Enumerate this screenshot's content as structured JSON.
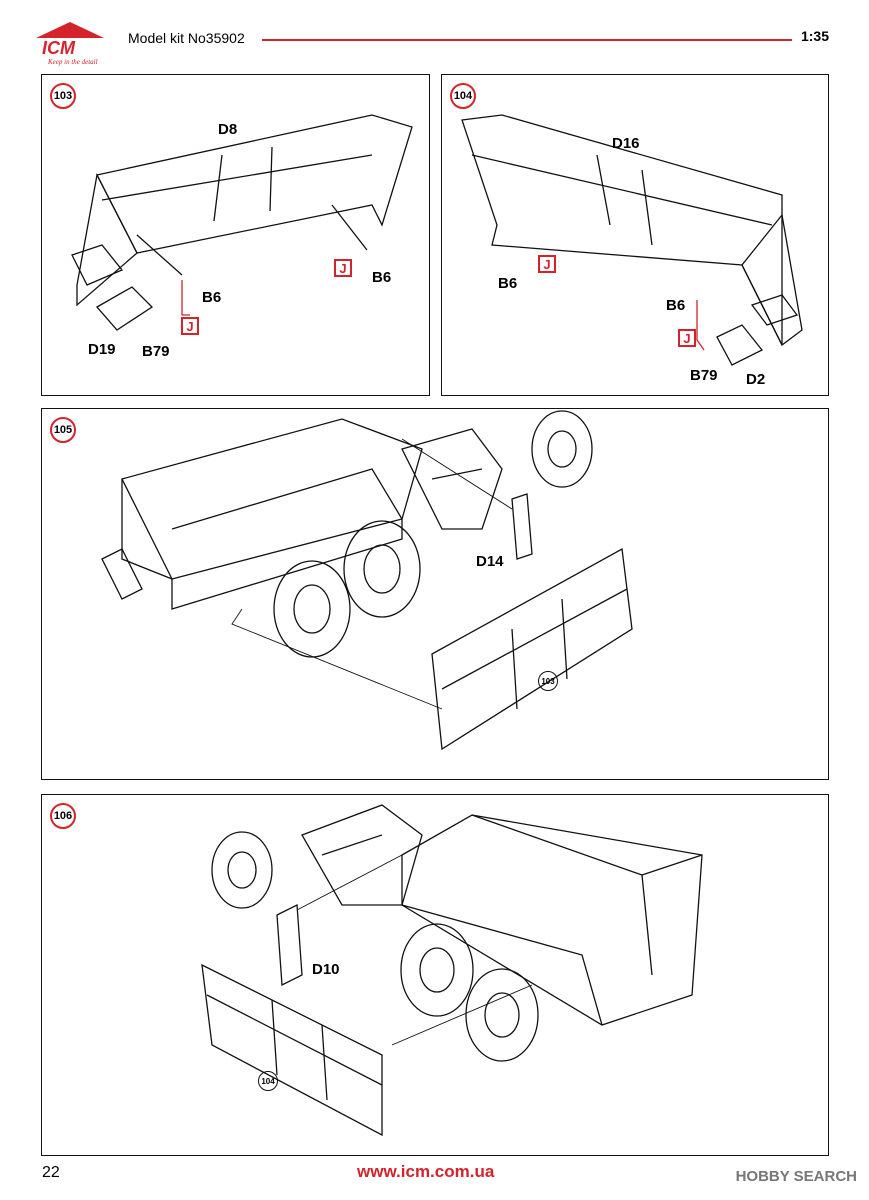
{
  "header": {
    "kit": "Model kit No35902",
    "scale": "1:35",
    "logo": "ICM",
    "logo_tagline": "Keep in the detail"
  },
  "steps": [
    {
      "number": "103",
      "parts": {
        "panel": "D8",
        "a": "D19",
        "b": "B79",
        "c": "B6",
        "d": "B6"
      },
      "glue": "J"
    },
    {
      "number": "104",
      "parts": {
        "panel": "D16",
        "a": "B6",
        "b": "B6",
        "c": "B79",
        "d": "D2"
      },
      "glue": "J"
    },
    {
      "number": "105",
      "parts": {
        "panel": "D14"
      },
      "ref": "103"
    },
    {
      "number": "106",
      "parts": {
        "panel": "D10"
      },
      "ref": "104"
    }
  ],
  "footer": {
    "page": "22",
    "url": "www.icm.com.ua",
    "watermark": "HOBBY SEARCH"
  },
  "colors": {
    "accent": "#d4232b",
    "line": "#111111"
  }
}
